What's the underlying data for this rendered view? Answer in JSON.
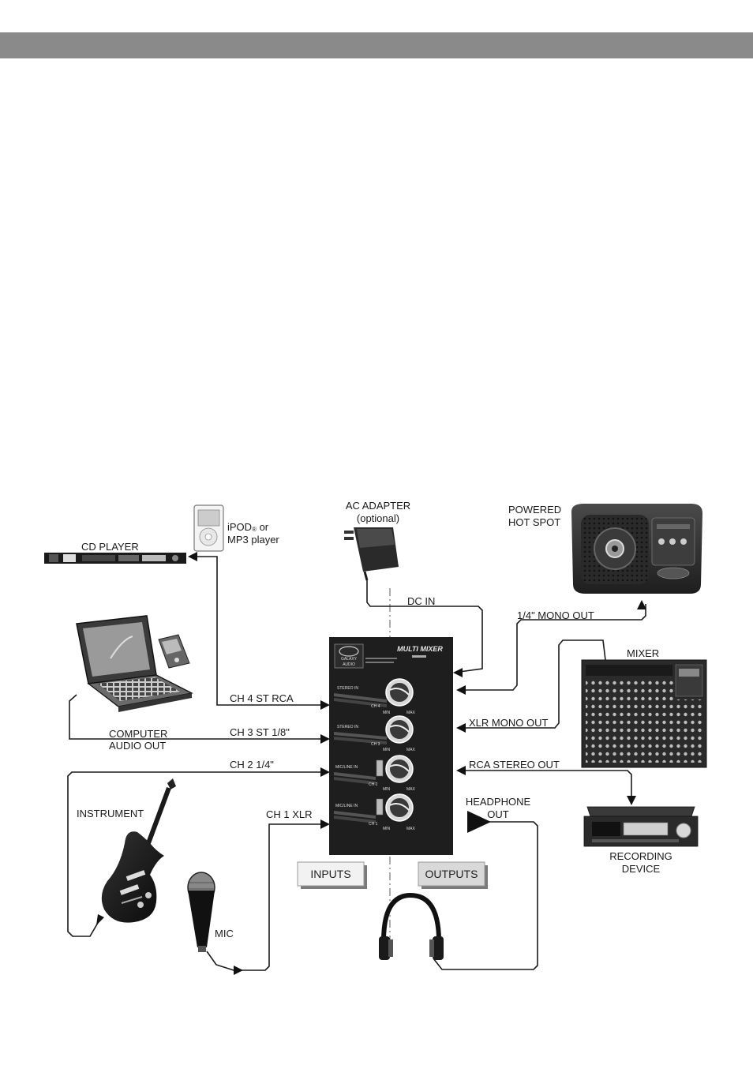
{
  "labels": {
    "cd_player": "CD PLAYER",
    "ipod_line1": "iPOD",
    "ipod_reg": "®",
    "ipod_or": " or",
    "ipod_line2": "MP3 player",
    "ac_adapter_line1": "AC ADAPTER",
    "ac_adapter_line2": "(optional)",
    "powered_line1": "POWERED",
    "powered_line2": "HOT SPOT",
    "dc_in": "DC IN",
    "mono_out_quarter": "1/4\" MONO OUT",
    "mixer": "MIXER",
    "ch4": "CH 4 ST RCA",
    "ch3": "CH 3 ST 1/8\"",
    "ch2": "CH 2 1/4\"",
    "ch1": "CH 1 XLR",
    "computer_line1": "COMPUTER",
    "computer_line2": "AUDIO OUT",
    "xlr_mono_out": "XLR MONO OUT",
    "rca_stereo_out": "RCA STEREO OUT",
    "headphone_line1": "HEADPHONE",
    "headphone_line2": "OUT",
    "instrument": "INSTRUMENT",
    "recording_line1": "RECORDING",
    "recording_line2": "DEVICE",
    "mic": "MIC",
    "inputs": "INPUTS",
    "outputs": "OUTPUTS"
  },
  "device": {
    "title": "MULTI MIXER",
    "brand_line1": "GALAXY",
    "brand_line2": "AUDIO",
    "channels": [
      {
        "mode": "STEREO IN",
        "name": "CH 4"
      },
      {
        "mode": "STEREO IN",
        "name": "CH 3"
      },
      {
        "mode": "MIC/LINE IN",
        "name": "CH 2"
      },
      {
        "mode": "MIC/LINE IN",
        "name": "CH 1"
      }
    ],
    "knob_min": "MIN",
    "knob_max": "MAX"
  }
}
